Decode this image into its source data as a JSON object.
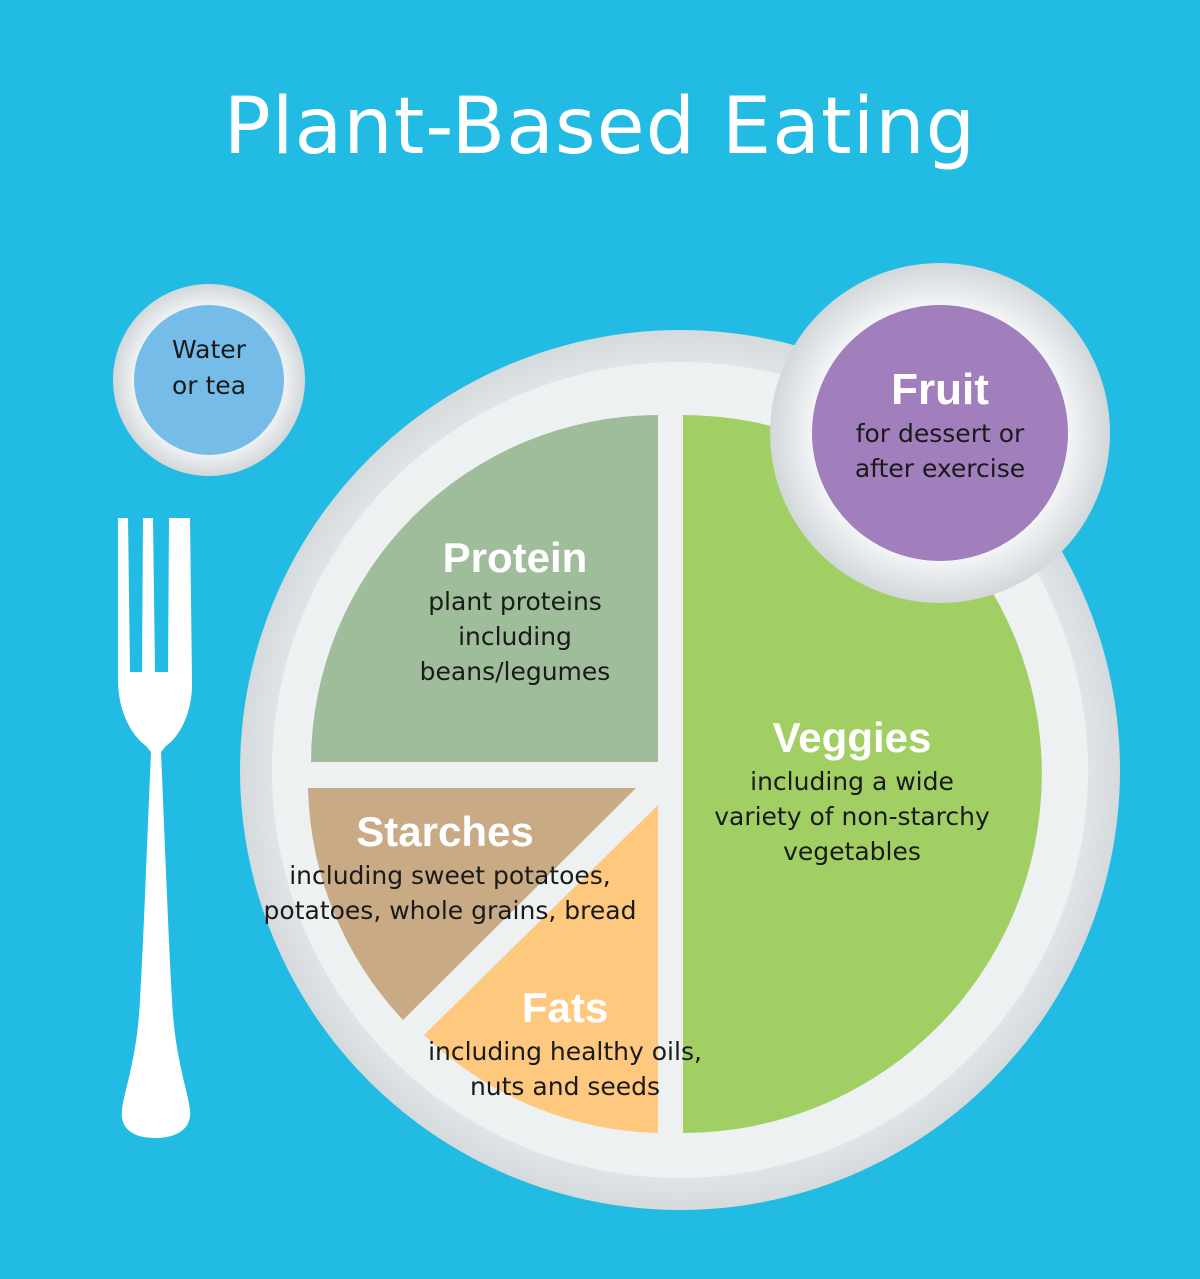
{
  "title": "Plant-Based Eating",
  "colors": {
    "background": "#22bbe3",
    "plate": "#e9ecee",
    "protein": "#a0bd9b",
    "veggies": "#a2cf63",
    "starches": "#c8aa85",
    "fats": "#fec87f",
    "fruit": "#a17fbd",
    "water": "#76bce8",
    "fork": "#ffffff"
  },
  "drink": {
    "lines": [
      "Water",
      "or tea"
    ],
    "icon": "cup-icon"
  },
  "fruit": {
    "heading": "Fruit",
    "lines": [
      "for dessert or",
      "after exercise"
    ]
  },
  "sections": {
    "protein": {
      "heading": "Protein",
      "lines": [
        "plant proteins",
        "including",
        "beans/legumes"
      ]
    },
    "veggies": {
      "heading": "Veggies",
      "lines": [
        "including a wide",
        "variety of non-starchy",
        "vegetables"
      ]
    },
    "starches": {
      "heading": "Starches",
      "lines": [
        "including sweet potatoes,",
        "potatoes, whole grains, bread"
      ]
    },
    "fats": {
      "heading": "Fats",
      "lines": [
        "including healthy oils,",
        "nuts and seeds"
      ]
    }
  },
  "fork": {
    "icon": "fork-icon"
  }
}
